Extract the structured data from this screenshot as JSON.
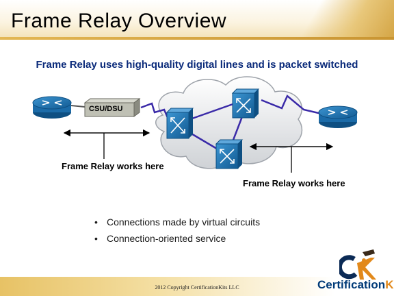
{
  "slide": {
    "title": "Frame Relay Overview",
    "subtitle": "Frame Relay uses high-quality digital lines and is packet switched"
  },
  "diagram": {
    "device_label": "CSU/DSU",
    "left_label": "Frame Relay works here",
    "right_label": "Frame Relay works here"
  },
  "bullets": [
    "Connections made by virtual circuits",
    "Connection-oriented service"
  ],
  "footer": {
    "copyright": "2012 Copyright CertificationKits LLC",
    "logo_main": "Certification",
    "logo_accent": "Kits"
  },
  "colors": {
    "title_accent": "#e3b754",
    "subtitle": "#0a2a7a",
    "link": "#3a2aa8",
    "device_blue": "#1e76b4",
    "logo_blue": "#003a78",
    "logo_orange": "#e2891b"
  }
}
